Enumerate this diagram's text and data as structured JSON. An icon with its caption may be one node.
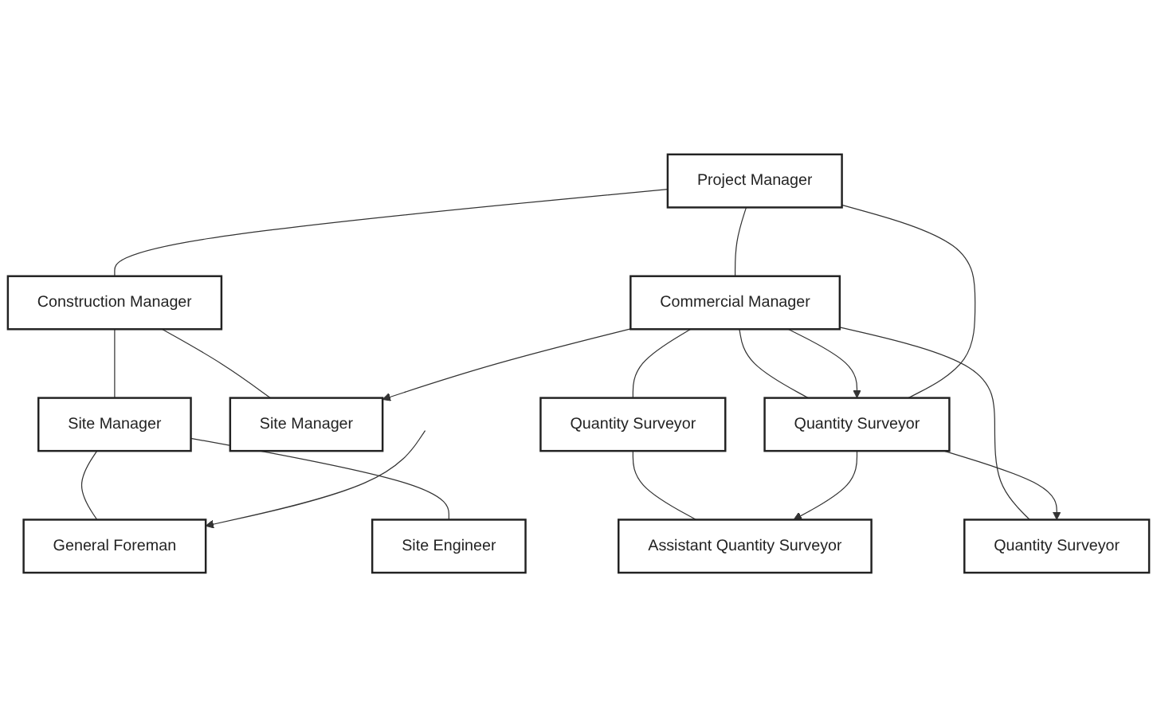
{
  "diagram": {
    "nodes": [
      {
        "text": [
          "Project Manager"
        ]
      },
      {
        "text": [
          "Construction Manager"
        ]
      },
      {
        "text": [
          "Commercial Manager"
        ]
      },
      {
        "text": [
          "Site Manager"
        ]
      },
      {
        "text": [
          "Site Manager"
        ]
      },
      {
        "text": [
          "Quantity Surveyor"
        ]
      },
      {
        "text": [
          "Quantity Surveyor"
        ]
      },
      {
        "text": [
          "Quantity Surveyor"
        ]
      },
      {
        "text": [
          "General Foreman"
        ]
      },
      {
        "text": [
          "Site Engineer"
        ]
      },
      {
        "text": [
          "Assistant Quantity Surveyor"
        ]
      }
    ],
    "edges": [
      {
        "from": 0,
        "to": 1,
        "arrow": "none"
      },
      {
        "from": 0,
        "to": 2,
        "arrow": "none"
      },
      {
        "from": 1,
        "to": 3,
        "arrow": "none"
      },
      {
        "from": 1,
        "to": 4,
        "arrow": "none"
      },
      {
        "from": 2,
        "to": 5,
        "arrow": "none"
      },
      {
        "from": 2,
        "to": 6,
        "arrow": "none"
      },
      {
        "from": 2,
        "to": 7,
        "arrow": "none"
      },
      {
        "from": 3,
        "to": 8,
        "arrow": "none"
      },
      {
        "from": 3,
        "to": 9,
        "arrow": "none"
      },
      {
        "from": 6,
        "to": 10,
        "arrow": "none"
      },
      {
        "from": 2,
        "to": 4,
        "arrow": "to"
      },
      {
        "from": 2,
        "to": 5,
        "arrow": "to"
      },
      {
        "from": 0,
        "to": 5,
        "arrow": "none"
      },
      {
        "from": 5,
        "to": 10,
        "arrow": "to"
      },
      {
        "from": 5,
        "to": 7,
        "arrow": "to"
      },
      {
        "from": null,
        "to": 8,
        "arrow": "to"
      }
    ]
  }
}
